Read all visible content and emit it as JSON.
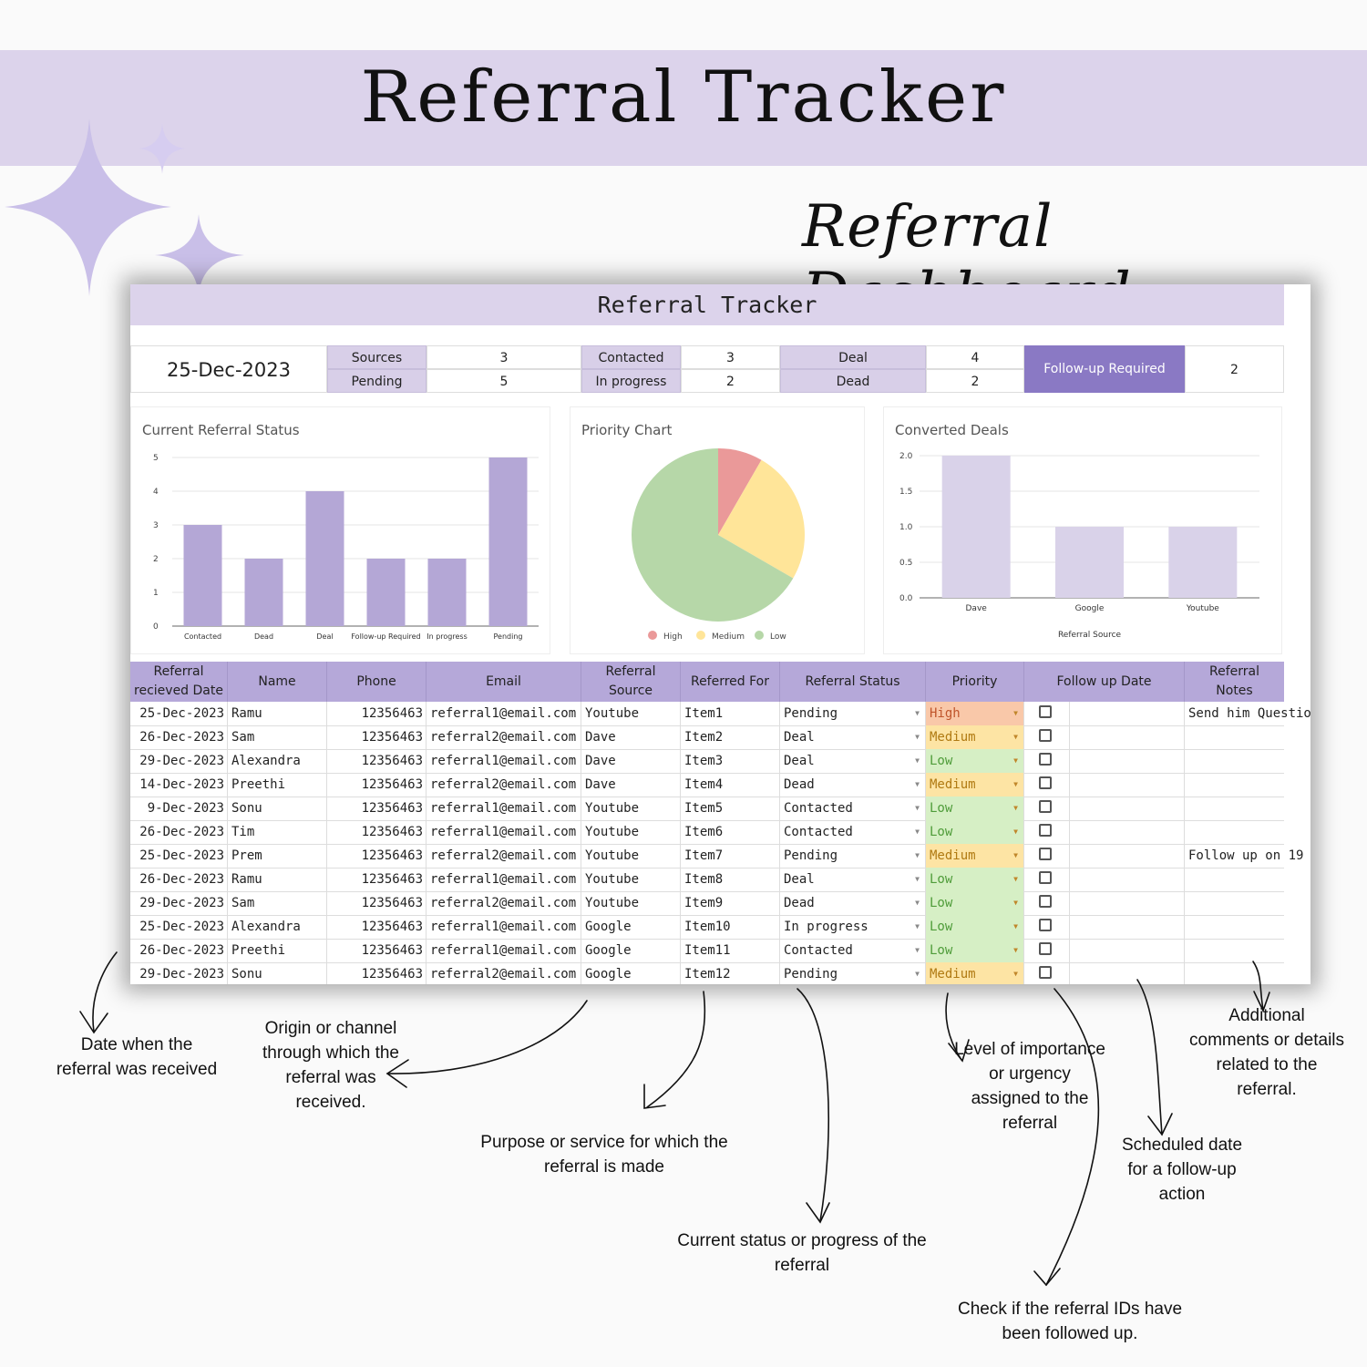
{
  "header": {
    "title": "Referral Tracker",
    "subtitle": "Referral Dashboard"
  },
  "sheet": {
    "title": "Referral Tracker",
    "date": "25-Dec-2023",
    "summary": [
      {
        "label": "Sources",
        "value": "3"
      },
      {
        "label": "Pending",
        "value": "5"
      },
      {
        "label": "Contacted",
        "value": "3"
      },
      {
        "label": "In progress",
        "value": "2"
      },
      {
        "label": "Deal",
        "value": "4"
      },
      {
        "label": "Dead",
        "value": "2"
      },
      {
        "label": "Follow-up Required",
        "value": "2"
      }
    ],
    "columns": [
      "Referral recieved Date",
      "Name",
      "Phone",
      "Email",
      "Referral Source",
      "Referred For",
      "Referral Status",
      "Priority",
      "Follow up Date",
      "Referral Notes"
    ],
    "rows": [
      {
        "date": "25-Dec-2023",
        "name": "Ramu",
        "phone": "12356463",
        "email": "referral1@email.com",
        "source": "Youtube",
        "item": "Item1",
        "status": "Pending",
        "priority": "High",
        "notes": "Send him Questionn"
      },
      {
        "date": "26-Dec-2023",
        "name": "Sam",
        "phone": "12356463",
        "email": "referral2@email.com",
        "source": "Dave",
        "item": "Item2",
        "status": "Deal",
        "priority": "Medium",
        "notes": ""
      },
      {
        "date": "29-Dec-2023",
        "name": "Alexandra",
        "phone": "12356463",
        "email": "referral1@email.com",
        "source": "Dave",
        "item": "Item3",
        "status": "Deal",
        "priority": "Low",
        "notes": ""
      },
      {
        "date": "14-Dec-2023",
        "name": "Preethi",
        "phone": "12356463",
        "email": "referral2@email.com",
        "source": "Dave",
        "item": "Item4",
        "status": "Dead",
        "priority": "Medium",
        "notes": ""
      },
      {
        "date": "9-Dec-2023",
        "name": "Sonu",
        "phone": "12356463",
        "email": "referral1@email.com",
        "source": "Youtube",
        "item": "Item5",
        "status": "Contacted",
        "priority": "Low",
        "notes": ""
      },
      {
        "date": "26-Dec-2023",
        "name": "Tim",
        "phone": "12356463",
        "email": "referral1@email.com",
        "source": "Youtube",
        "item": "Item6",
        "status": "Contacted",
        "priority": "Low",
        "notes": ""
      },
      {
        "date": "25-Dec-2023",
        "name": "Prem",
        "phone": "12356463",
        "email": "referral2@email.com",
        "source": "Youtube",
        "item": "Item7",
        "status": "Pending",
        "priority": "Medium",
        "notes": "Follow up on 19"
      },
      {
        "date": "26-Dec-2023",
        "name": "Ramu",
        "phone": "12356463",
        "email": "referral1@email.com",
        "source": "Youtube",
        "item": "Item8",
        "status": "Deal",
        "priority": "Low",
        "notes": ""
      },
      {
        "date": "29-Dec-2023",
        "name": "Sam",
        "phone": "12356463",
        "email": "referral2@email.com",
        "source": "Youtube",
        "item": "Item9",
        "status": "Dead",
        "priority": "Low",
        "notes": ""
      },
      {
        "date": "25-Dec-2023",
        "name": "Alexandra",
        "phone": "12356463",
        "email": "referral1@email.com",
        "source": "Google",
        "item": "Item10",
        "status": "In progress",
        "priority": "Low",
        "notes": ""
      },
      {
        "date": "26-Dec-2023",
        "name": "Preethi",
        "phone": "12356463",
        "email": "referral1@email.com",
        "source": "Google",
        "item": "Item11",
        "status": "Contacted",
        "priority": "Low",
        "notes": ""
      },
      {
        "date": "29-Dec-2023",
        "name": "Sonu",
        "phone": "12356463",
        "email": "referral2@email.com",
        "source": "Google",
        "item": "Item12",
        "status": "Pending",
        "priority": "Medium",
        "notes": ""
      }
    ]
  },
  "chart_data": [
    {
      "type": "bar",
      "title": "Current Referral Status",
      "categories": [
        "Contacted",
        "Dead",
        "Deal",
        "Follow-up Required",
        "In progress",
        "Pending"
      ],
      "values": [
        3,
        2,
        4,
        2,
        2,
        5
      ],
      "ylim": [
        0,
        5
      ],
      "yticks": [
        "0",
        "1",
        "2",
        "3",
        "4",
        "5"
      ],
      "color": "#b4a7d6"
    },
    {
      "type": "pie",
      "title": "Priority Chart",
      "labels": [
        "High",
        "Medium",
        "Low"
      ],
      "values": [
        1,
        3,
        8
      ],
      "colors": [
        "#ea9999",
        "#ffe599",
        "#b6d7a8"
      ],
      "legend": "bottom"
    },
    {
      "type": "bar",
      "title": "Converted Deals",
      "categories": [
        "Dave",
        "Google",
        "Youtube"
      ],
      "values": [
        2,
        1,
        1
      ],
      "ylim": [
        0,
        2
      ],
      "yticks": [
        "0.0",
        "0.5",
        "1.0",
        "1.5",
        "2.0"
      ],
      "xlabel": "Referral Source",
      "color": "#d9d2e9"
    }
  ],
  "annotations": [
    "Date when the referral was received",
    "Origin or channel through which the referral was received.",
    "Purpose or service for which the referral is made",
    "Current status or progress of the referral",
    "Level of importance or urgency assigned to the referral",
    "Check if the referral IDs have been followed up.",
    "Scheduled date for a follow-up action",
    "Additional comments or details related to the referral."
  ]
}
